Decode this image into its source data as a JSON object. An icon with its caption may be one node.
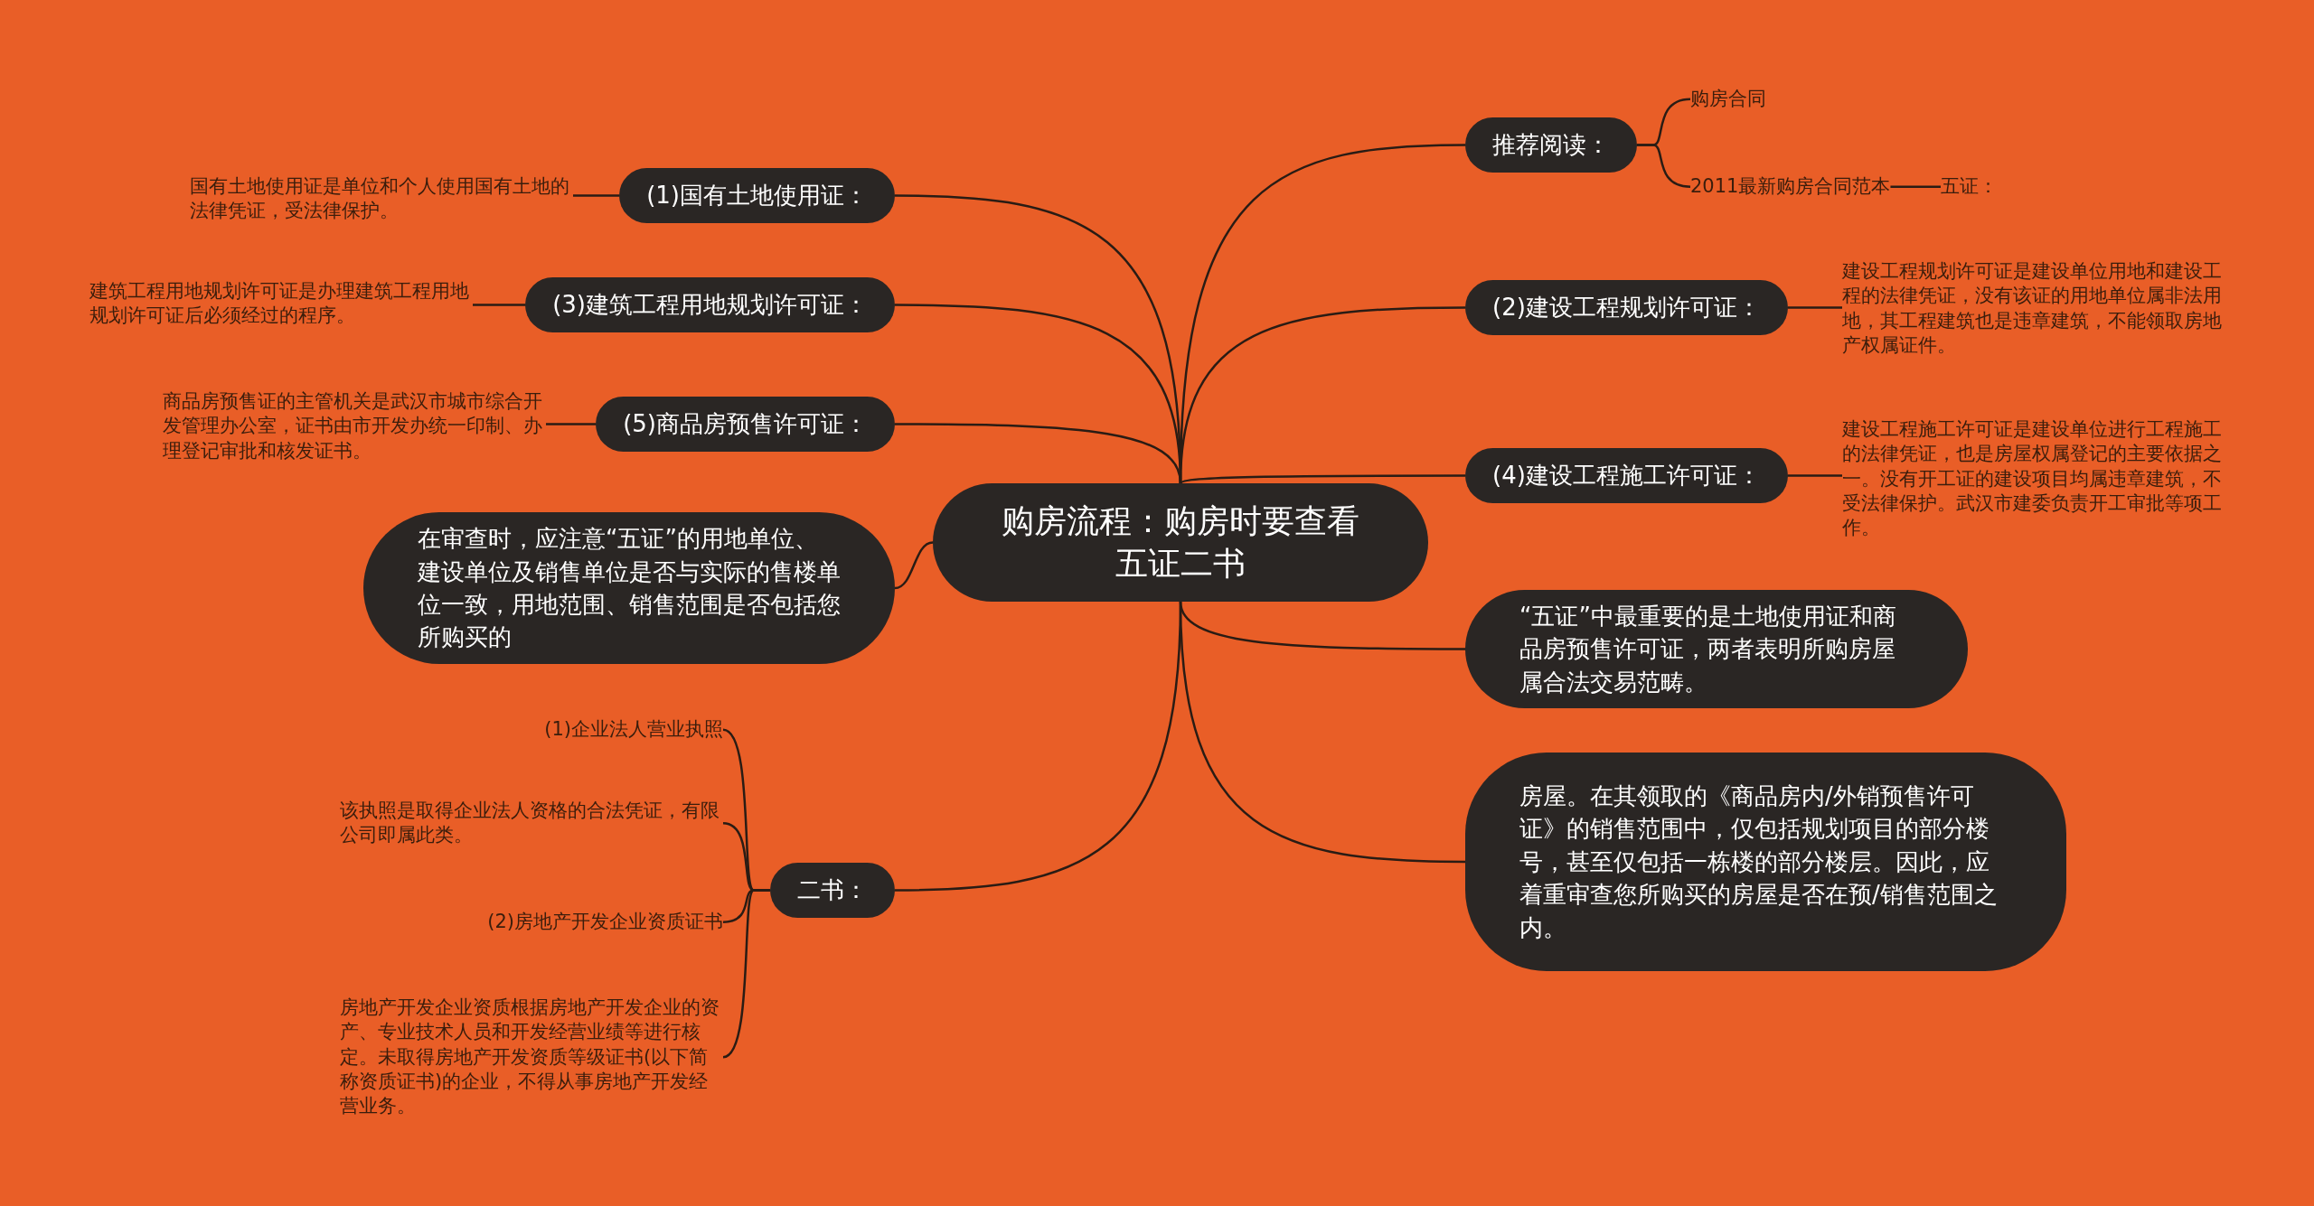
{
  "diagram": {
    "nodes": [
      {
        "text": [
          "购房流程：购房时要查看五证二书"
        ]
      },
      {
        "text": [
          "推荐阅读："
        ]
      },
      {
        "text": [
          "购房合同"
        ]
      },
      {
        "text": [
          "2011最新购房合同范本"
        ]
      },
      {
        "text": [
          "五证："
        ]
      },
      {
        "text": [
          "(2)建设工程规划许可证："
        ]
      },
      {
        "text": [
          "建设工程规划许可证是建设单位用地和建设工程的法律凭证，没有该证的用地单位属非法用地，其工程建筑也是违章建筑，不能领取房地产权属证件。"
        ]
      },
      {
        "text": [
          "(4)建设工程施工许可证："
        ]
      },
      {
        "text": [
          "建设工程施工许可证是建设单位进行工程施工的法律凭证，也是房屋权属登记的主要依据之一。没有开工证的建设项目均属违章建筑，不受法律保护。武汉市建委负责开工审批等项工作。"
        ]
      },
      {
        "text": [
          "“五证”中最重要的是土地使用证和商品房预售许可证，两者表明所购房屋属合法交易范畴。"
        ]
      },
      {
        "text": [
          "房屋。在其领取的《商品房内/外销预售许可证》的销售范围中，仅包括规划项目的部分楼号，甚至仅包括一栋楼的部分楼层。因此，应着重审查您所购买的房屋是否在预/销售范围之内。"
        ]
      },
      {
        "text": [
          "(1)国有土地使用证："
        ]
      },
      {
        "text": [
          "国有土地使用证是单位和个人使用国有土地的法律凭证，受法律保护。"
        ]
      },
      {
        "text": [
          "(3)建筑工程用地规划许可证："
        ]
      },
      {
        "text": [
          "建筑工程用地规划许可证是办理建筑工程用地规划许可证后必须经过的程序。"
        ]
      },
      {
        "text": [
          "(5)商品房预售许可证："
        ]
      },
      {
        "text": [
          "商品房预售证的主管机关是武汉市城市综合开发管理办公室，证书由市开发办统一印制、办理登记审批和核发证书。"
        ]
      },
      {
        "text": [
          "在审查时，应注意“五证”的用地单位、建设单位及销售单位是否与实际的售楼单位一致，用地范围、销售范围是否包括您所购买的"
        ]
      },
      {
        "text": [
          "二书："
        ]
      },
      {
        "text": [
          "(1)企业法人营业执照"
        ]
      },
      {
        "text": [
          "该执照是取得企业法人资格的合法凭证，有限公司即属此类。"
        ]
      },
      {
        "text": [
          "(2)房地产开发企业资质证书"
        ]
      },
      {
        "text": [
          "房地产开发企业资质根据房地产开发企业的资产、专业技术人员和开发经营业绩等进行核定。未取得房地产开发资质等级证书(以下简称资质证书)的企业，不得从事房地产开发经营业务。"
        ]
      }
    ],
    "edges": [
      {
        "from": 0,
        "to": 1,
        "arrow": "none"
      },
      {
        "from": 1,
        "to": 2,
        "arrow": "none"
      },
      {
        "from": 1,
        "to": 3,
        "arrow": "none"
      },
      {
        "from": 3,
        "to": 4,
        "arrow": "none"
      },
      {
        "from": 0,
        "to": 5,
        "arrow": "none"
      },
      {
        "from": 5,
        "to": 6,
        "arrow": "none"
      },
      {
        "from": 0,
        "to": 7,
        "arrow": "none"
      },
      {
        "from": 7,
        "to": 8,
        "arrow": "none"
      },
      {
        "from": 0,
        "to": 9,
        "arrow": "none"
      },
      {
        "from": 0,
        "to": 10,
        "arrow": "none"
      },
      {
        "from": 0,
        "to": 11,
        "arrow": "none"
      },
      {
        "from": 11,
        "to": 12,
        "arrow": "none"
      },
      {
        "from": 0,
        "to": 13,
        "arrow": "none"
      },
      {
        "from": 13,
        "to": 14,
        "arrow": "none"
      },
      {
        "from": 0,
        "to": 15,
        "arrow": "none"
      },
      {
        "from": 15,
        "to": 16,
        "arrow": "none"
      },
      {
        "from": 0,
        "to": 17,
        "arrow": "none"
      },
      {
        "from": 0,
        "to": 18,
        "arrow": "none"
      },
      {
        "from": 18,
        "to": 19,
        "arrow": "none"
      },
      {
        "from": 18,
        "to": 20,
        "arrow": "none"
      },
      {
        "from": 18,
        "to": 21,
        "arrow": "none"
      },
      {
        "from": 18,
        "to": 22,
        "arrow": "none"
      }
    ]
  }
}
